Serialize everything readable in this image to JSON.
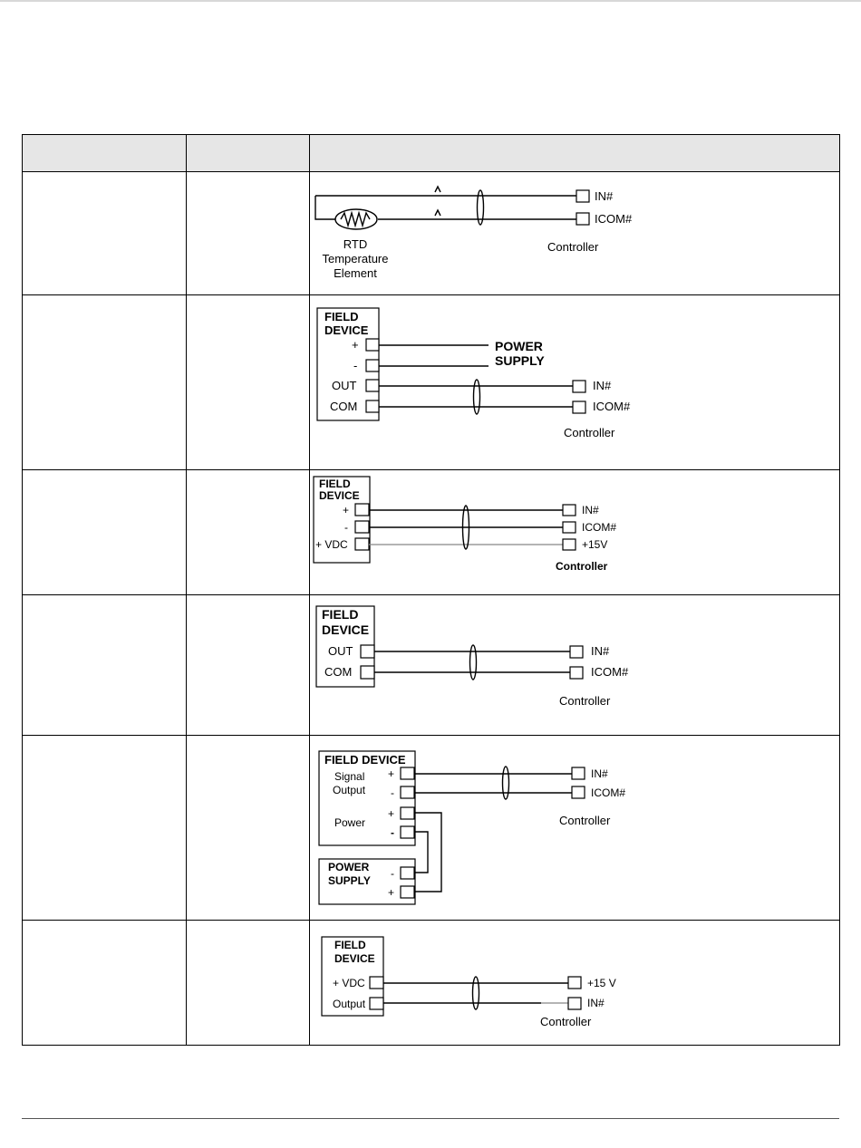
{
  "rtd": {
    "in": "IN#",
    "icom": "ICOM#",
    "controller": "Controller",
    "element": [
      "RTD",
      "Temperature",
      "Element"
    ]
  },
  "loop_ext": {
    "field": "FIELD",
    "device": "DEVICE",
    "plus": "+",
    "minus": "-",
    "out": "OUT",
    "com": "COM",
    "power": "POWER",
    "supply": "SUPPLY",
    "in": "IN#",
    "icom": "ICOM#",
    "controller": "Controller"
  },
  "three_wire": {
    "field": "FIELD",
    "device": "DEVICE",
    "plus": "+",
    "minus": "-",
    "vdc": "+ VDC",
    "in": "IN#",
    "icom": "ICOM#",
    "v15": "+15V",
    "controller": "Controller"
  },
  "two_wire": {
    "field": "FIELD",
    "device": "DEVICE",
    "out": "OUT",
    "com": "COM",
    "in": "IN#",
    "icom": "ICOM#",
    "controller": "Controller"
  },
  "four_wire": {
    "field_device": "FIELD DEVICE",
    "signal": "Signal",
    "output": "Output",
    "power": "Power",
    "plus": "+",
    "minus": "-",
    "ps_power": "POWER",
    "ps_supply": "SUPPLY",
    "in": "IN#",
    "icom": "ICOM#",
    "controller": "Controller"
  },
  "vdc_out": {
    "field": "FIELD",
    "device": "DEVICE",
    "vdc": "+ VDC",
    "output": "Output",
    "v15": "+15 V",
    "in": "IN#",
    "controller": "Controller"
  }
}
